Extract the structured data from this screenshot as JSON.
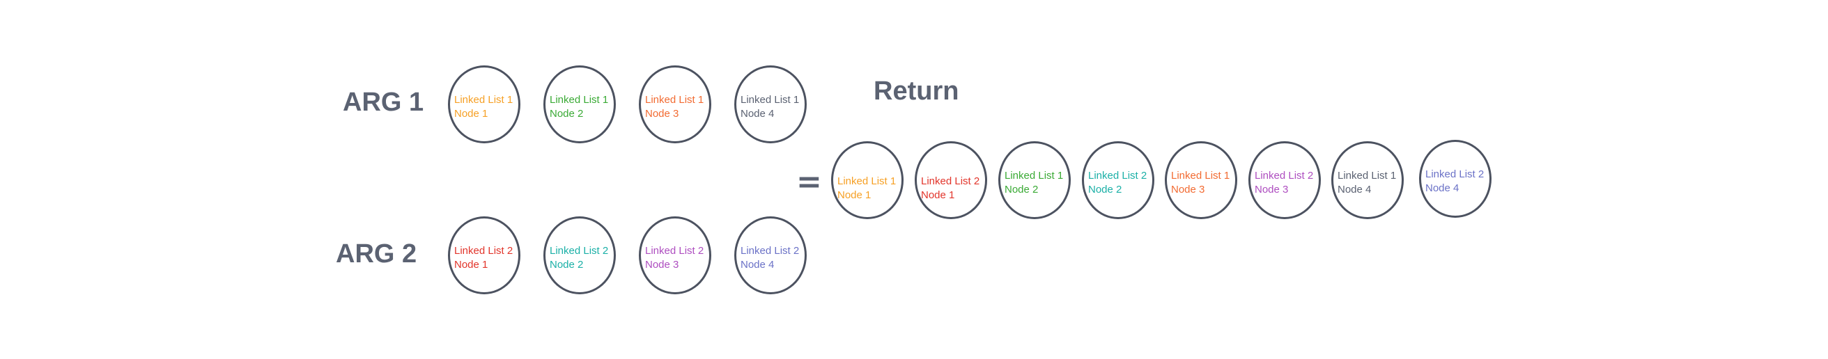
{
  "colors": {
    "n1": "#f6a025",
    "n2": "#e2352b",
    "n3": "#3aaa35",
    "n4": "#1bb0a7",
    "n5": "#f26b32",
    "n6": "#ae4ec0",
    "n7": "#5b6272",
    "n8": "#6b72c7"
  },
  "arg1": {
    "label": "ARG 1",
    "nodes": [
      {
        "list": "Linked List 1",
        "node": "Node 1",
        "color": "#f6a025"
      },
      {
        "list": "Linked List 1",
        "node": "Node 2",
        "color": "#3aaa35"
      },
      {
        "list": "Linked List 1",
        "node": "Node 3",
        "color": "#f26b32"
      },
      {
        "list": "Linked List 1",
        "node": "Node 4",
        "color": "#5b6272"
      }
    ]
  },
  "arg2": {
    "label": "ARG 2",
    "nodes": [
      {
        "list": "Linked List 2",
        "node": "Node 1",
        "color": "#e2352b"
      },
      {
        "list": "Linked List 2",
        "node": "Node 2",
        "color": "#1bb0a7"
      },
      {
        "list": "Linked List 2",
        "node": "Node 3",
        "color": "#ae4ec0"
      },
      {
        "list": "Linked List 2",
        "node": "Node 4",
        "color": "#6b72c7"
      }
    ]
  },
  "equals": "=",
  "result": {
    "label": "Return",
    "nodes": [
      {
        "list": "Linked List 1",
        "node": "Node 1",
        "color": "#f6a025"
      },
      {
        "list": "Linked List 2",
        "node": "Node 1",
        "color": "#e2352b"
      },
      {
        "list": "Linked List 1",
        "node": "Node 2",
        "color": "#3aaa35"
      },
      {
        "list": "Linked List 2",
        "node": "Node 2",
        "color": "#1bb0a7"
      },
      {
        "list": "Linked List 1",
        "node": "Node 3",
        "color": "#f26b32"
      },
      {
        "list": "Linked List 2",
        "node": "Node 3",
        "color": "#ae4ec0"
      },
      {
        "list": "Linked List 1",
        "node": "Node 4",
        "color": "#5b6272"
      },
      {
        "list": "Linked List 2",
        "node": "Node 4",
        "color": "#6b72c7"
      }
    ]
  }
}
